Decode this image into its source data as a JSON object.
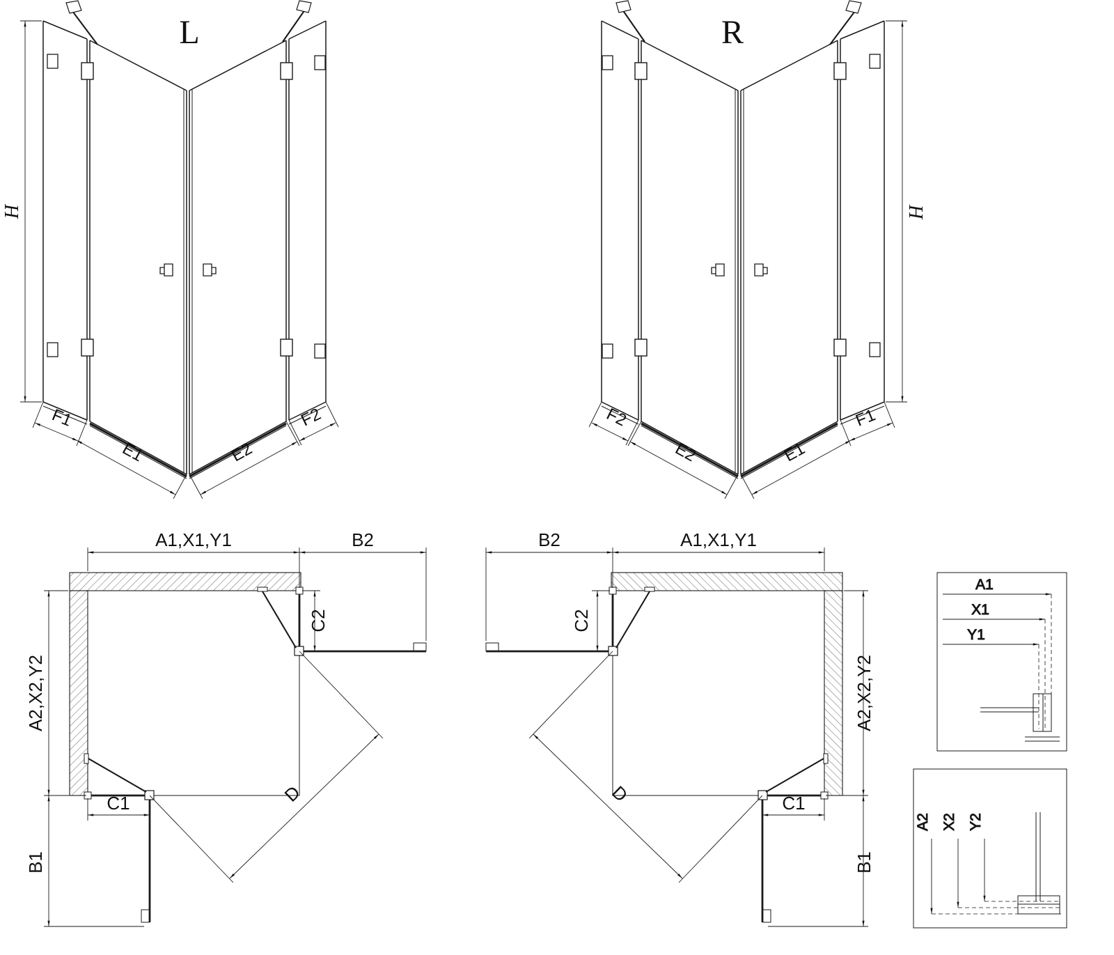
{
  "units": {
    "left": {
      "label": "L",
      "height_dim": "H",
      "bottom_dims": {
        "f1": "F1",
        "e1": "E1",
        "e2": "E2",
        "f2": "F2"
      }
    },
    "right": {
      "label": "R",
      "height_dim": "H",
      "bottom_dims": {
        "f1": "F1",
        "e1": "E1",
        "e2": "E2",
        "f2": "F2"
      }
    }
  },
  "plans": {
    "left": {
      "top_width": "A1,X1,Y1",
      "side_extension": "B2",
      "door_side_fixed": "C2",
      "side_depth": "A2,X2,Y2",
      "front_fixed": "C1",
      "front_extension": "B1",
      "diagonal_entry": "D"
    },
    "right": {
      "top_width": "A1,X1,Y1",
      "side_extension": "B2",
      "door_side_fixed": "C2",
      "side_depth": "A2,X2,Y2",
      "front_fixed": "C1",
      "front_extension": "B1",
      "diagonal_entry": "D"
    }
  },
  "details": {
    "horizontal": {
      "a": "A1",
      "x": "X1",
      "y": "Y1"
    },
    "vertical": {
      "a": "A2",
      "x": "X2",
      "y": "Y2"
    }
  }
}
